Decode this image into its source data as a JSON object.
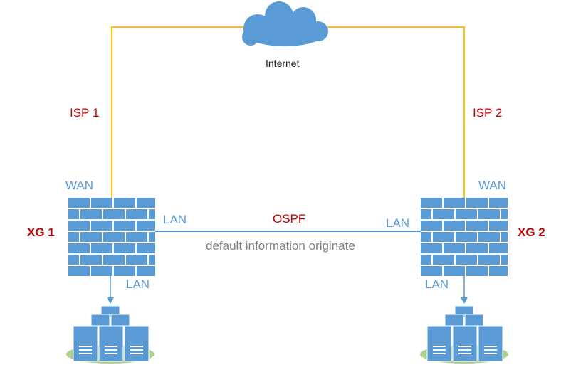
{
  "internet": {
    "label": "Internet"
  },
  "links": {
    "isp1": "ISP 1",
    "isp2": "ISP 2",
    "ospf": "OSPF",
    "ospf_note": "default information originate"
  },
  "firewalls": [
    {
      "name": "XG 1",
      "wan": "WAN",
      "lan_link": "LAN",
      "lan_down": "LAN"
    },
    {
      "name": "XG 2",
      "wan": "WAN",
      "lan_link": "LAN",
      "lan_down": "LAN"
    }
  ],
  "colors": {
    "isp_line": "#ffc000",
    "lan_line": "#5b9bd5",
    "device_blue": "#5b9bd5",
    "label_blue": "#5b9bd5",
    "label_red": "#c00000",
    "server_base": "#a9d18e"
  },
  "icons": [
    "cloud-icon",
    "firewall-icon",
    "server-cluster-icon",
    "arrow-down-icon"
  ]
}
